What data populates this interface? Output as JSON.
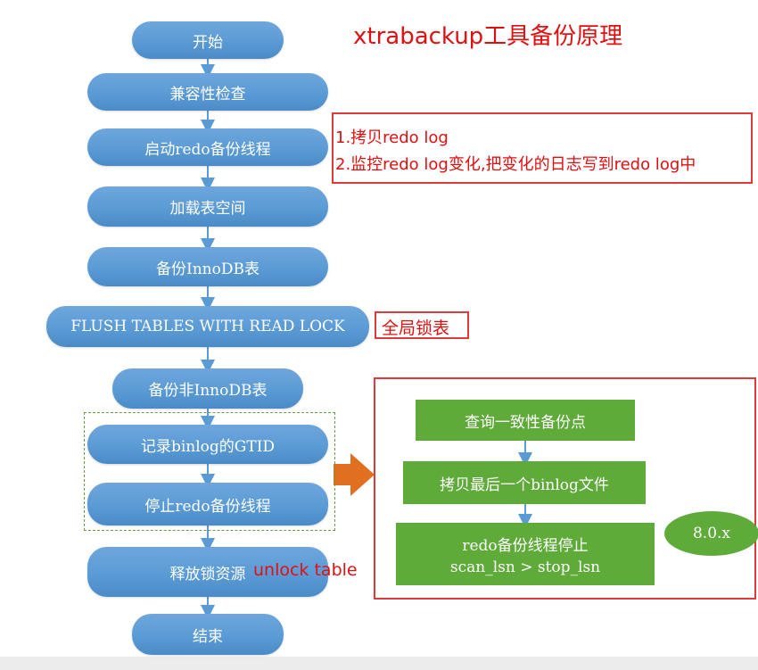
{
  "title": "xtrabackup工具备份原理",
  "flow": {
    "start": "开始",
    "compat_check": "兼容性检查",
    "start_redo": "启动redo备份线程",
    "load_tablespace": "加载表空间",
    "backup_innodb": "备份InnoDB表",
    "ftwrl": "FLUSH TABLES WITH READ LOCK",
    "backup_non_innodb": "备份非InnoDB表",
    "record_binlog": "记录binlog的GTID",
    "stop_redo": "停止redo备份线程",
    "release_lock": "释放锁资源",
    "end": "结束"
  },
  "annotations": {
    "redo_note_line1": "1.拷贝redo log",
    "redo_note_line2": "2.监控redo log变化,把变化的日志写到redo log中",
    "global_lock": "全局锁表",
    "unlock_table": "unlock table"
  },
  "v80_flow": {
    "query_point": "查询一致性备份点",
    "copy_binlog": "拷贝最后一个binlog文件",
    "redo_stop_line1": "redo备份线程停止",
    "redo_stop_line2": "scan_lsn > stop_lsn",
    "version_badge": "8.0.x"
  },
  "colors": {
    "node_blue": "#5b9bd5",
    "node_green": "#5fab3a",
    "accent_red": "#e01010",
    "arrow_orange": "#e07020"
  }
}
